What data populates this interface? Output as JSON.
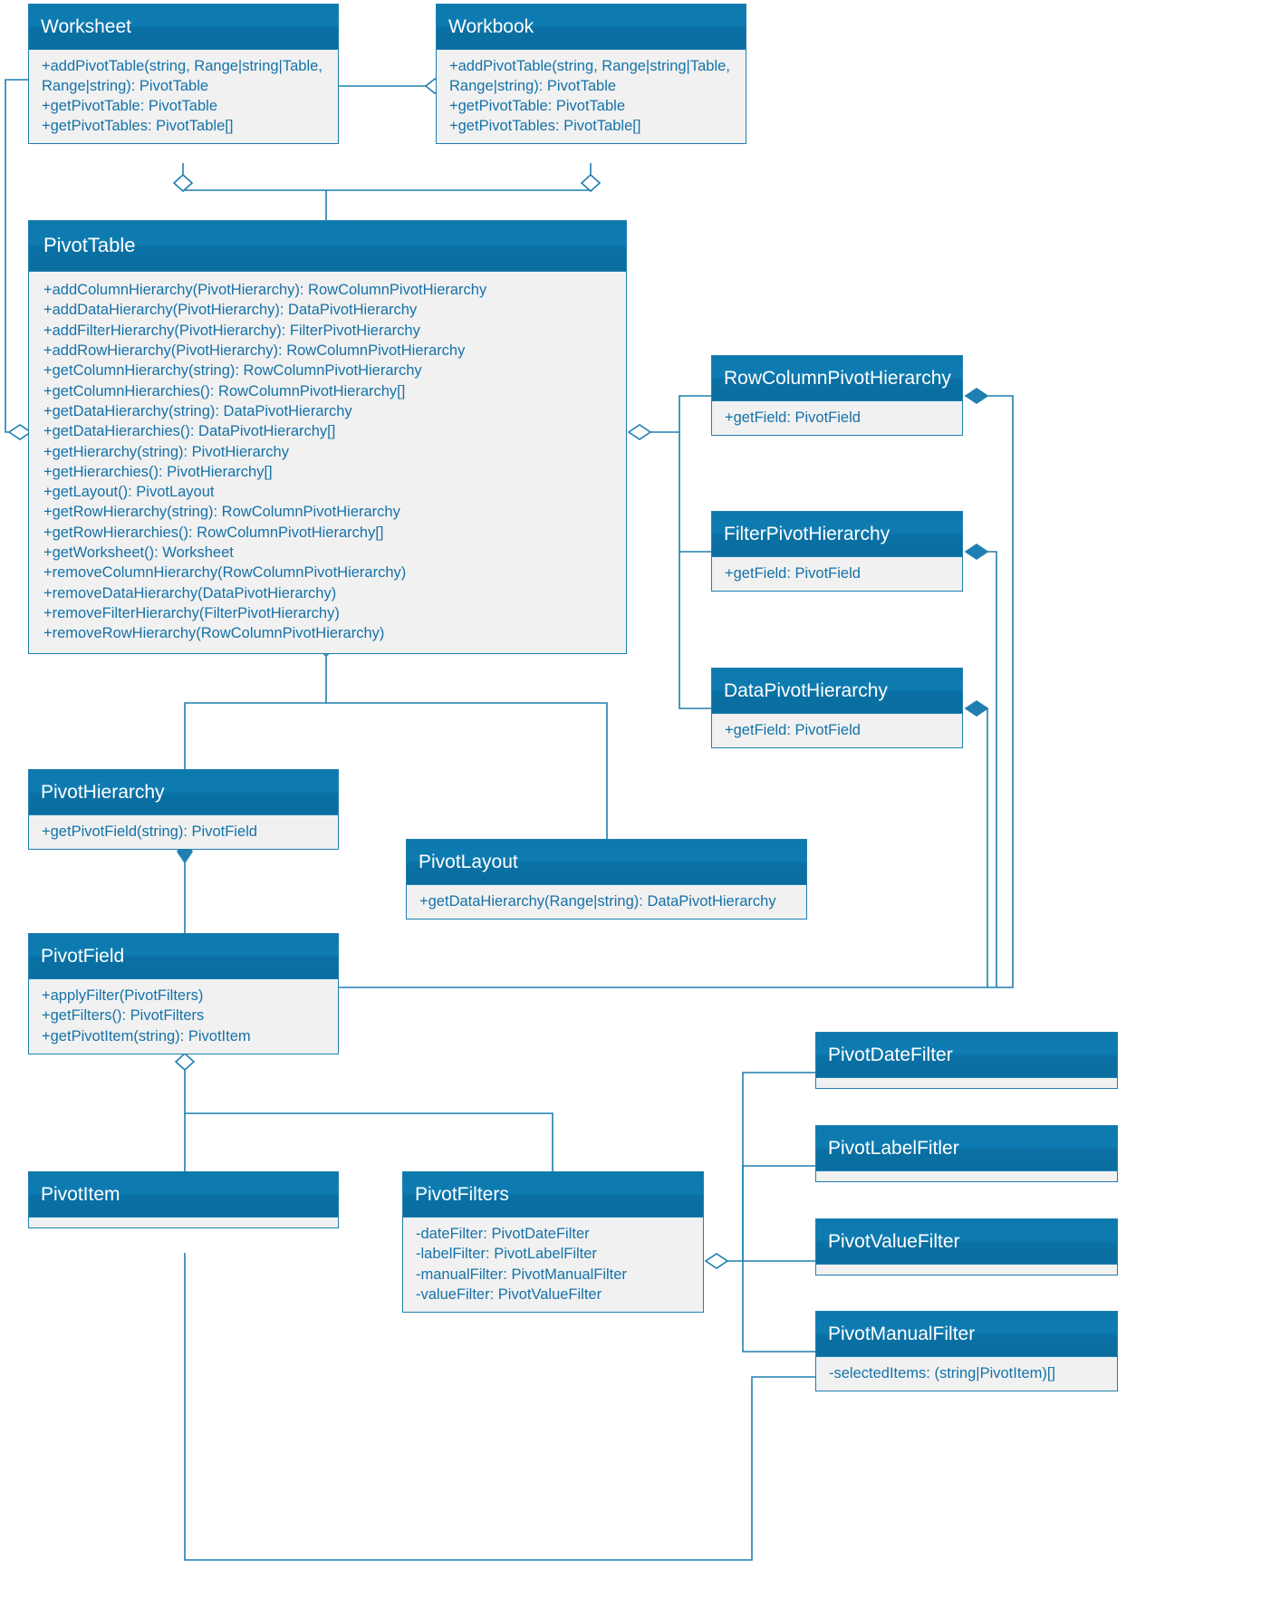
{
  "diagram": {
    "title": "PivotTable API UML class diagram",
    "colors": {
      "header_fill": "#0d79ad",
      "header_text": "#ffffff",
      "body_fill": "#f1f1f1",
      "member_text": "#1572a8",
      "border": "#1f7fb0",
      "connector": "#1f7fb0",
      "background": "#ffffff"
    }
  },
  "classes": {
    "worksheet": {
      "name": "Worksheet",
      "members": [
        "+addPivotTable(string, Range|string|Table, Range|string): PivotTable",
        "+getPivotTable: PivotTable",
        "+getPivotTables: PivotTable[]"
      ]
    },
    "workbook": {
      "name": "Workbook",
      "members": [
        "+addPivotTable(string, Range|string|Table, Range|string): PivotTable",
        "+getPivotTable: PivotTable",
        "+getPivotTables: PivotTable[]"
      ]
    },
    "pivottable": {
      "name": "PivotTable",
      "members": [
        "+addColumnHierarchy(PivotHierarchy): RowColumnPivotHierarchy",
        "+addDataHierarchy(PivotHierarchy): DataPivotHierarchy",
        "+addFilterHierarchy(PivotHierarchy): FilterPivotHierarchy",
        "+addRowHierarchy(PivotHierarchy): RowColumnPivotHierarchy",
        "+getColumnHierarchy(string): RowColumnPivotHierarchy",
        "+getColumnHierarchies(): RowColumnPivotHierarchy[]",
        "+getDataHierarchy(string): DataPivotHierarchy",
        "+getDataHierarchies(): DataPivotHierarchy[]",
        "+getHierarchy(string): PivotHierarchy",
        "+getHierarchies(): PivotHierarchy[]",
        "+getLayout(): PivotLayout",
        "+getRowHierarchy(string): RowColumnPivotHierarchy",
        "+getRowHierarchies(): RowColumnPivotHierarchy[]",
        "+getWorksheet(): Worksheet",
        "+removeColumnHierarchy(RowColumnPivotHierarchy)",
        "+removeDataHierarchy(DataPivotHierarchy)",
        "+removeFilterHierarchy(FilterPivotHierarchy)",
        "+removeRowHierarchy(RowColumnPivotHierarchy)"
      ]
    },
    "rowcolumnpivothierarchy": {
      "name": "RowColumnPivotHierarchy",
      "members": [
        "+getField: PivotField"
      ]
    },
    "filterpivothierarchy": {
      "name": "FilterPivotHierarchy",
      "members": [
        "+getField: PivotField"
      ]
    },
    "datapivothierarchy": {
      "name": "DataPivotHierarchy",
      "members": [
        "+getField: PivotField"
      ]
    },
    "pivothierarchy": {
      "name": "PivotHierarchy",
      "members": [
        "+getPivotField(string): PivotField"
      ]
    },
    "pivotlayout": {
      "name": "PivotLayout",
      "members": [
        "+getDataHierarchy(Range|string): DataPivotHierarchy"
      ]
    },
    "pivotfield": {
      "name": "PivotField",
      "members": [
        "+applyFilter(PivotFilters)",
        "+getFilters(): PivotFilters",
        "+getPivotItem(string): PivotItem"
      ]
    },
    "pivotitem": {
      "name": "PivotItem",
      "members": []
    },
    "pivotfilters": {
      "name": "PivotFilters",
      "members": [
        "-dateFilter: PivotDateFilter",
        "-labelFilter: PivotLabelFilter",
        "-manualFilter: PivotManualFilter",
        "-valueFilter: PivotValueFilter"
      ]
    },
    "pivotdatefilter": {
      "name": "PivotDateFilter",
      "members": []
    },
    "pivotlabelfilter": {
      "name": "PivotLabelFitler",
      "members": []
    },
    "pivotvaluefilter": {
      "name": "PivotValueFilter",
      "members": []
    },
    "pivotmanualfilter": {
      "name": "PivotManualFilter",
      "members": [
        "-selectedItems: (string|PivotItem)[]"
      ]
    }
  },
  "relationships": [
    {
      "from": "Worksheet",
      "to": "PivotTable",
      "type": "aggregation"
    },
    {
      "from": "Workbook",
      "to": "PivotTable",
      "type": "aggregation"
    },
    {
      "from": "PivotTable",
      "to": "RowColumnPivotHierarchy",
      "type": "aggregation"
    },
    {
      "from": "PivotTable",
      "to": "FilterPivotHierarchy",
      "type": "aggregation"
    },
    {
      "from": "PivotTable",
      "to": "DataPivotHierarchy",
      "type": "aggregation"
    },
    {
      "from": "PivotTable",
      "to": "PivotHierarchy",
      "type": "aggregation"
    },
    {
      "from": "PivotTable",
      "to": "PivotLayout",
      "type": "aggregation"
    },
    {
      "from": "RowColumnPivotHierarchy",
      "to": "PivotField",
      "type": "composition"
    },
    {
      "from": "FilterPivotHierarchy",
      "to": "PivotField",
      "type": "composition"
    },
    {
      "from": "DataPivotHierarchy",
      "to": "PivotField",
      "type": "composition"
    },
    {
      "from": "PivotHierarchy",
      "to": "PivotField",
      "type": "composition"
    },
    {
      "from": "PivotField",
      "to": "PivotItem",
      "type": "aggregation"
    },
    {
      "from": "PivotField",
      "to": "PivotFilters",
      "type": "aggregation"
    },
    {
      "from": "PivotFilters",
      "to": "PivotDateFilter",
      "type": "aggregation"
    },
    {
      "from": "PivotFilters",
      "to": "PivotLabelFitler",
      "type": "aggregation"
    },
    {
      "from": "PivotFilters",
      "to": "PivotValueFilter",
      "type": "aggregation"
    },
    {
      "from": "PivotFilters",
      "to": "PivotManualFilter",
      "type": "aggregation"
    },
    {
      "from": "PivotManualFilter",
      "to": "PivotItem",
      "type": "aggregation"
    }
  ]
}
